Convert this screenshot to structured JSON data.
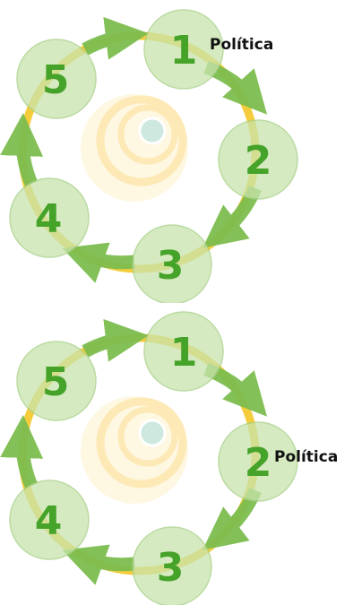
{
  "colors": {
    "ring": "#f5cd3c",
    "arrow": "#7dbd4f",
    "node_fill": "#c8e4ad",
    "node_stroke": "#a5cf83",
    "number": "#46a32a",
    "swirl": "#fde9b5",
    "center": "#cde8de"
  },
  "diagrams": [
    {
      "nodes": [
        "1",
        "2",
        "3",
        "4",
        "5"
      ],
      "highlight_step": 1,
      "caption": "Política"
    },
    {
      "nodes": [
        "1",
        "2",
        "3",
        "4",
        "5"
      ],
      "highlight_step": 2,
      "caption": "Política"
    }
  ]
}
